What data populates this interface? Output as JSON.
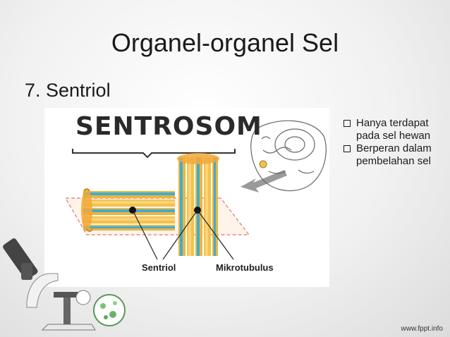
{
  "slide": {
    "title": "Organel-organel Sel",
    "subtitle": "7. Sentriol",
    "figure": {
      "heading": "SENTROSOM",
      "label_left": "Sentriol",
      "label_right": "Mikrotubulus"
    },
    "bullets": [
      "Hanya terdapat pada sel hewan",
      "Berperan dalam pembelahan sel"
    ],
    "watermark": "www.fppt.info"
  }
}
